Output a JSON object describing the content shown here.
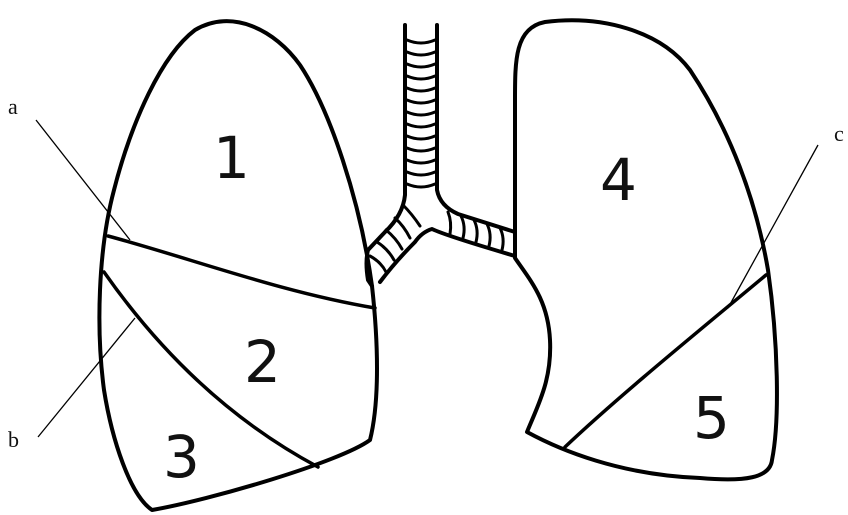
{
  "lobes": {
    "n1": "1",
    "n2": "2",
    "n3": "3",
    "n4": "4",
    "n5": "5"
  },
  "markers": {
    "a": "a",
    "b": "b",
    "c": "c"
  }
}
